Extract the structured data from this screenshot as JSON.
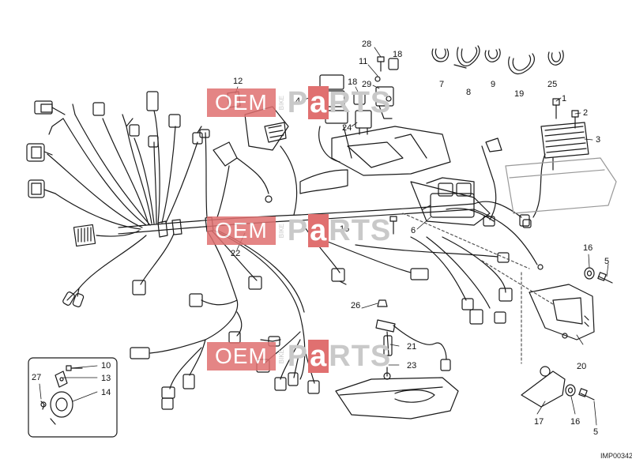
{
  "watermark": {
    "oem": "OEM",
    "bike": "BIKE",
    "parts_prefix": "P",
    "parts_highlight": "a",
    "parts_suffix": "RTS"
  },
  "image_code": "IMP00342",
  "part_numbers": {
    "p1": "1",
    "p2": "2",
    "p3": "3",
    "p4": "4",
    "p5": "5",
    "p6": "6",
    "p7": "7",
    "p8": "8",
    "p9": "9",
    "p10": "10",
    "p11": "11",
    "p12": "12",
    "p13": "13",
    "p14": "14",
    "p15": "15",
    "p16": "16",
    "p17": "17",
    "p18": "18",
    "p19": "19",
    "p20": "20",
    "p21": "21",
    "p22": "22",
    "p23": "23",
    "p24": "24",
    "p25": "25",
    "p26": "26",
    "p27": "27",
    "p28": "28",
    "p29": "29"
  },
  "colors": {
    "line": "#1a1a1a",
    "watermark_red": "#e07070",
    "watermark_gray": "#c9c9c9"
  }
}
